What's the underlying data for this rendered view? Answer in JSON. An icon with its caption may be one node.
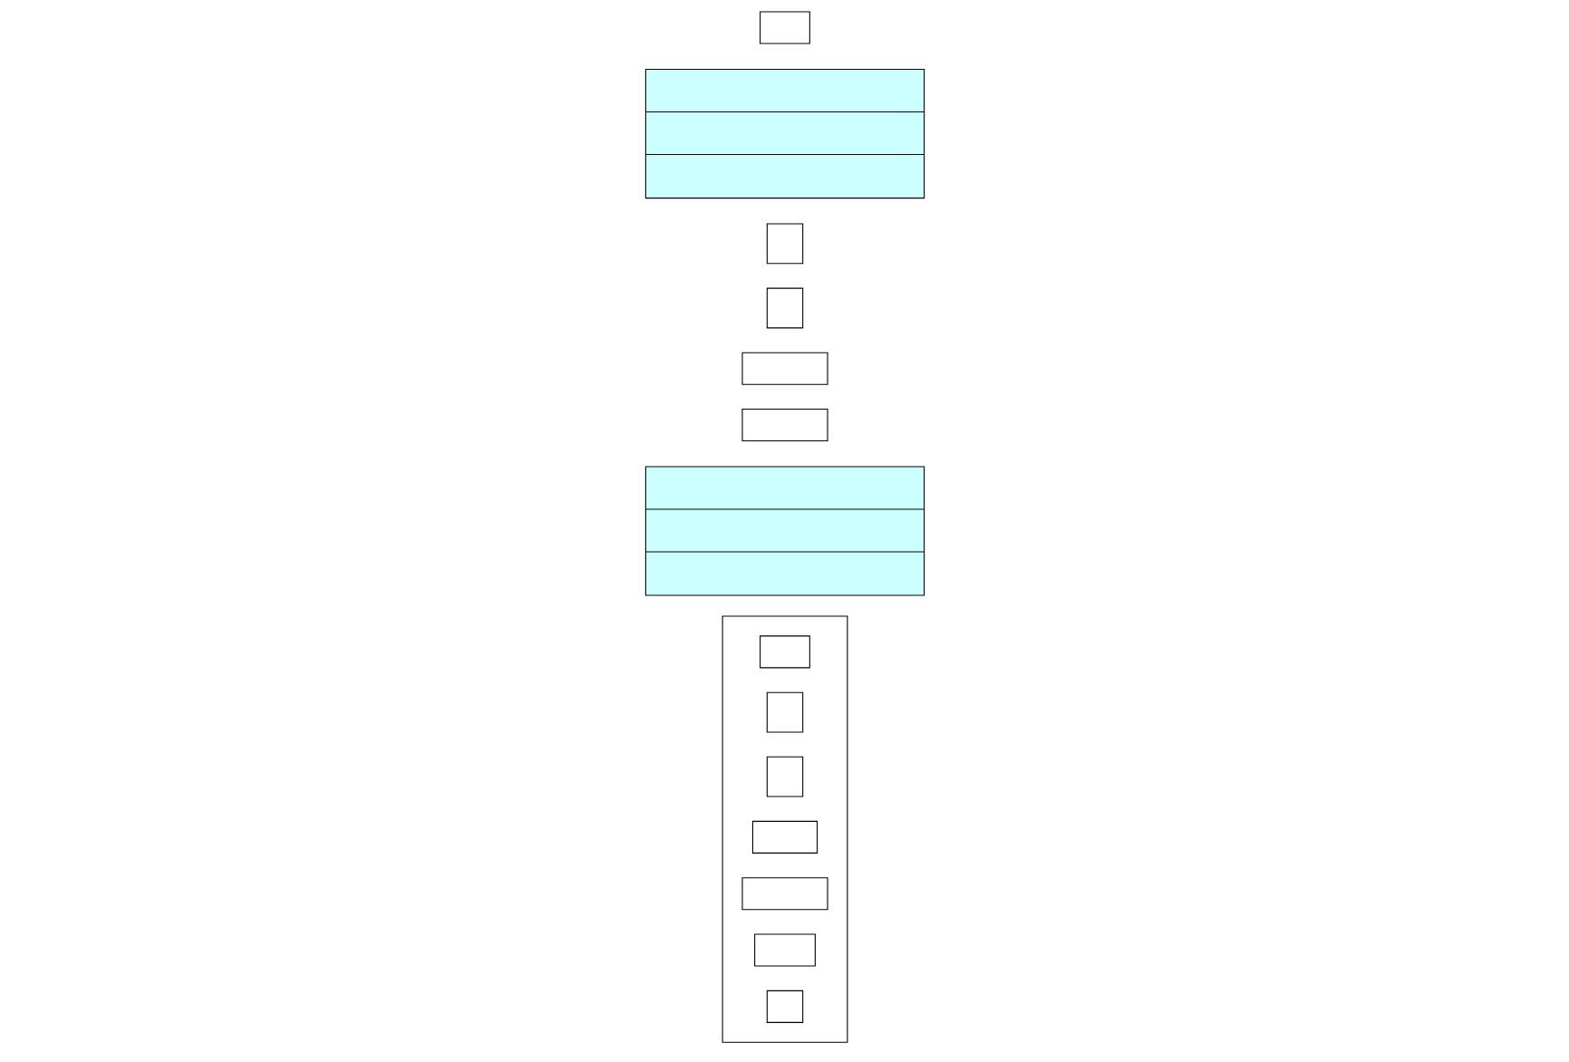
{
  "diagram": {
    "nodes": [
      {
        "text": [],
        "shape": "box"
      },
      {
        "text": [],
        "shape": "box"
      },
      {
        "text": [],
        "shape": "box"
      },
      {
        "text": [],
        "shape": "box"
      },
      {
        "text": [],
        "shape": "box"
      },
      {
        "text": [],
        "shape": "box"
      },
      {
        "text": [],
        "shape": "box"
      },
      {
        "text": [],
        "shape": "box"
      },
      {
        "text": [],
        "shape": "box",
        "in": 7
      },
      {
        "text": [],
        "shape": "box",
        "in": 7
      },
      {
        "text": [],
        "shape": "box",
        "in": 7
      },
      {
        "text": [],
        "shape": "box",
        "in": 7
      },
      {
        "text": [],
        "shape": "box",
        "in": 7
      },
      {
        "text": [],
        "shape": "box",
        "in": 7
      },
      {
        "text": [],
        "shape": "box",
        "in": 7
      }
    ],
    "edges": []
  }
}
